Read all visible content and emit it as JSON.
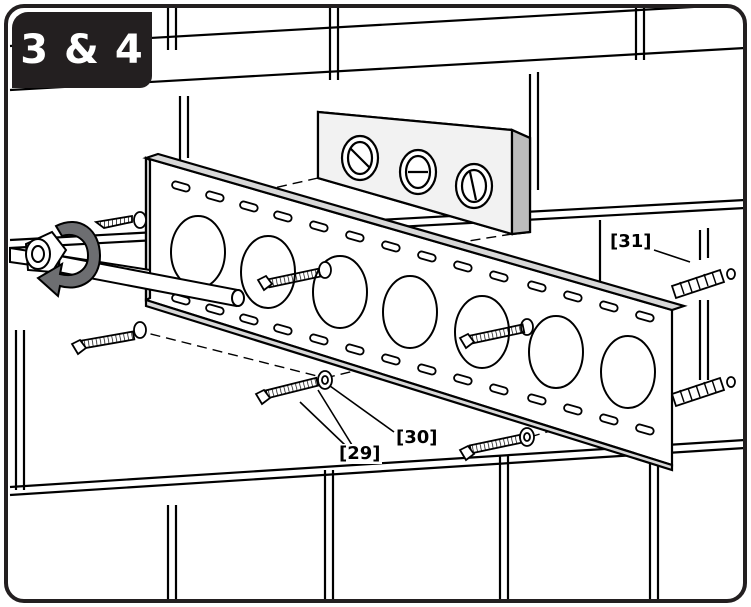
{
  "step": {
    "label": "3 & 4"
  },
  "callouts": {
    "washer": "[30]",
    "screw": "[29]",
    "anchor": "[31]"
  },
  "colors": {
    "ink": "#000000",
    "badge": "#231f20",
    "arrow": "#6d6e71",
    "panel": "#ffffff"
  },
  "icons": [
    "wall-tile-icon",
    "spirit-level-icon",
    "wall-plate-icon",
    "socket-wrench-icon",
    "rotation-arrow-icon",
    "lag-screw-icon",
    "washer-icon",
    "wall-anchor-icon"
  ]
}
